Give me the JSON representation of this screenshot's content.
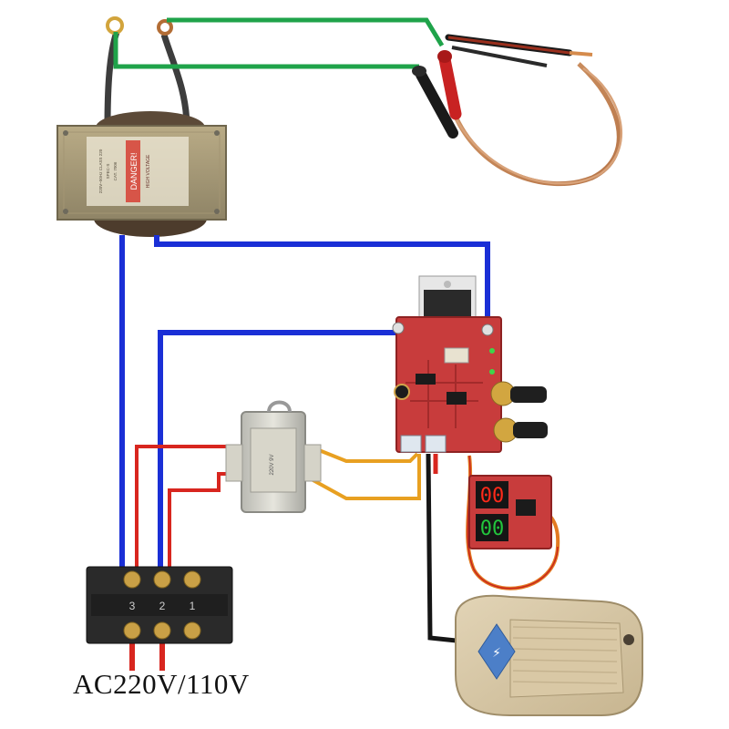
{
  "power_label": "AC220V/110V",
  "transformer_label": {
    "warning": "DANGER!",
    "sub": "HIGH VOLTAGE",
    "line1": "220V~50Hz CLASS 220",
    "line2": "SPEC-S",
    "line3": "CAT. 7006"
  },
  "small_transformer_label": "220V 9V",
  "terminal_numbers": [
    "3",
    "2",
    "1"
  ],
  "display": {
    "top_digits": "00",
    "bottom_digits": "00"
  },
  "pedal_mark": "⚡",
  "colors": {
    "blue_wire": "#1a2fd6",
    "green_wire": "#1fa34a",
    "red_wire": "#d8261f",
    "orange_wire": "#e8a021",
    "black_wire": "#151515",
    "copper_cable": "#c8875a",
    "board": "#c83c3c",
    "display_digits": "#ff2a1a"
  }
}
